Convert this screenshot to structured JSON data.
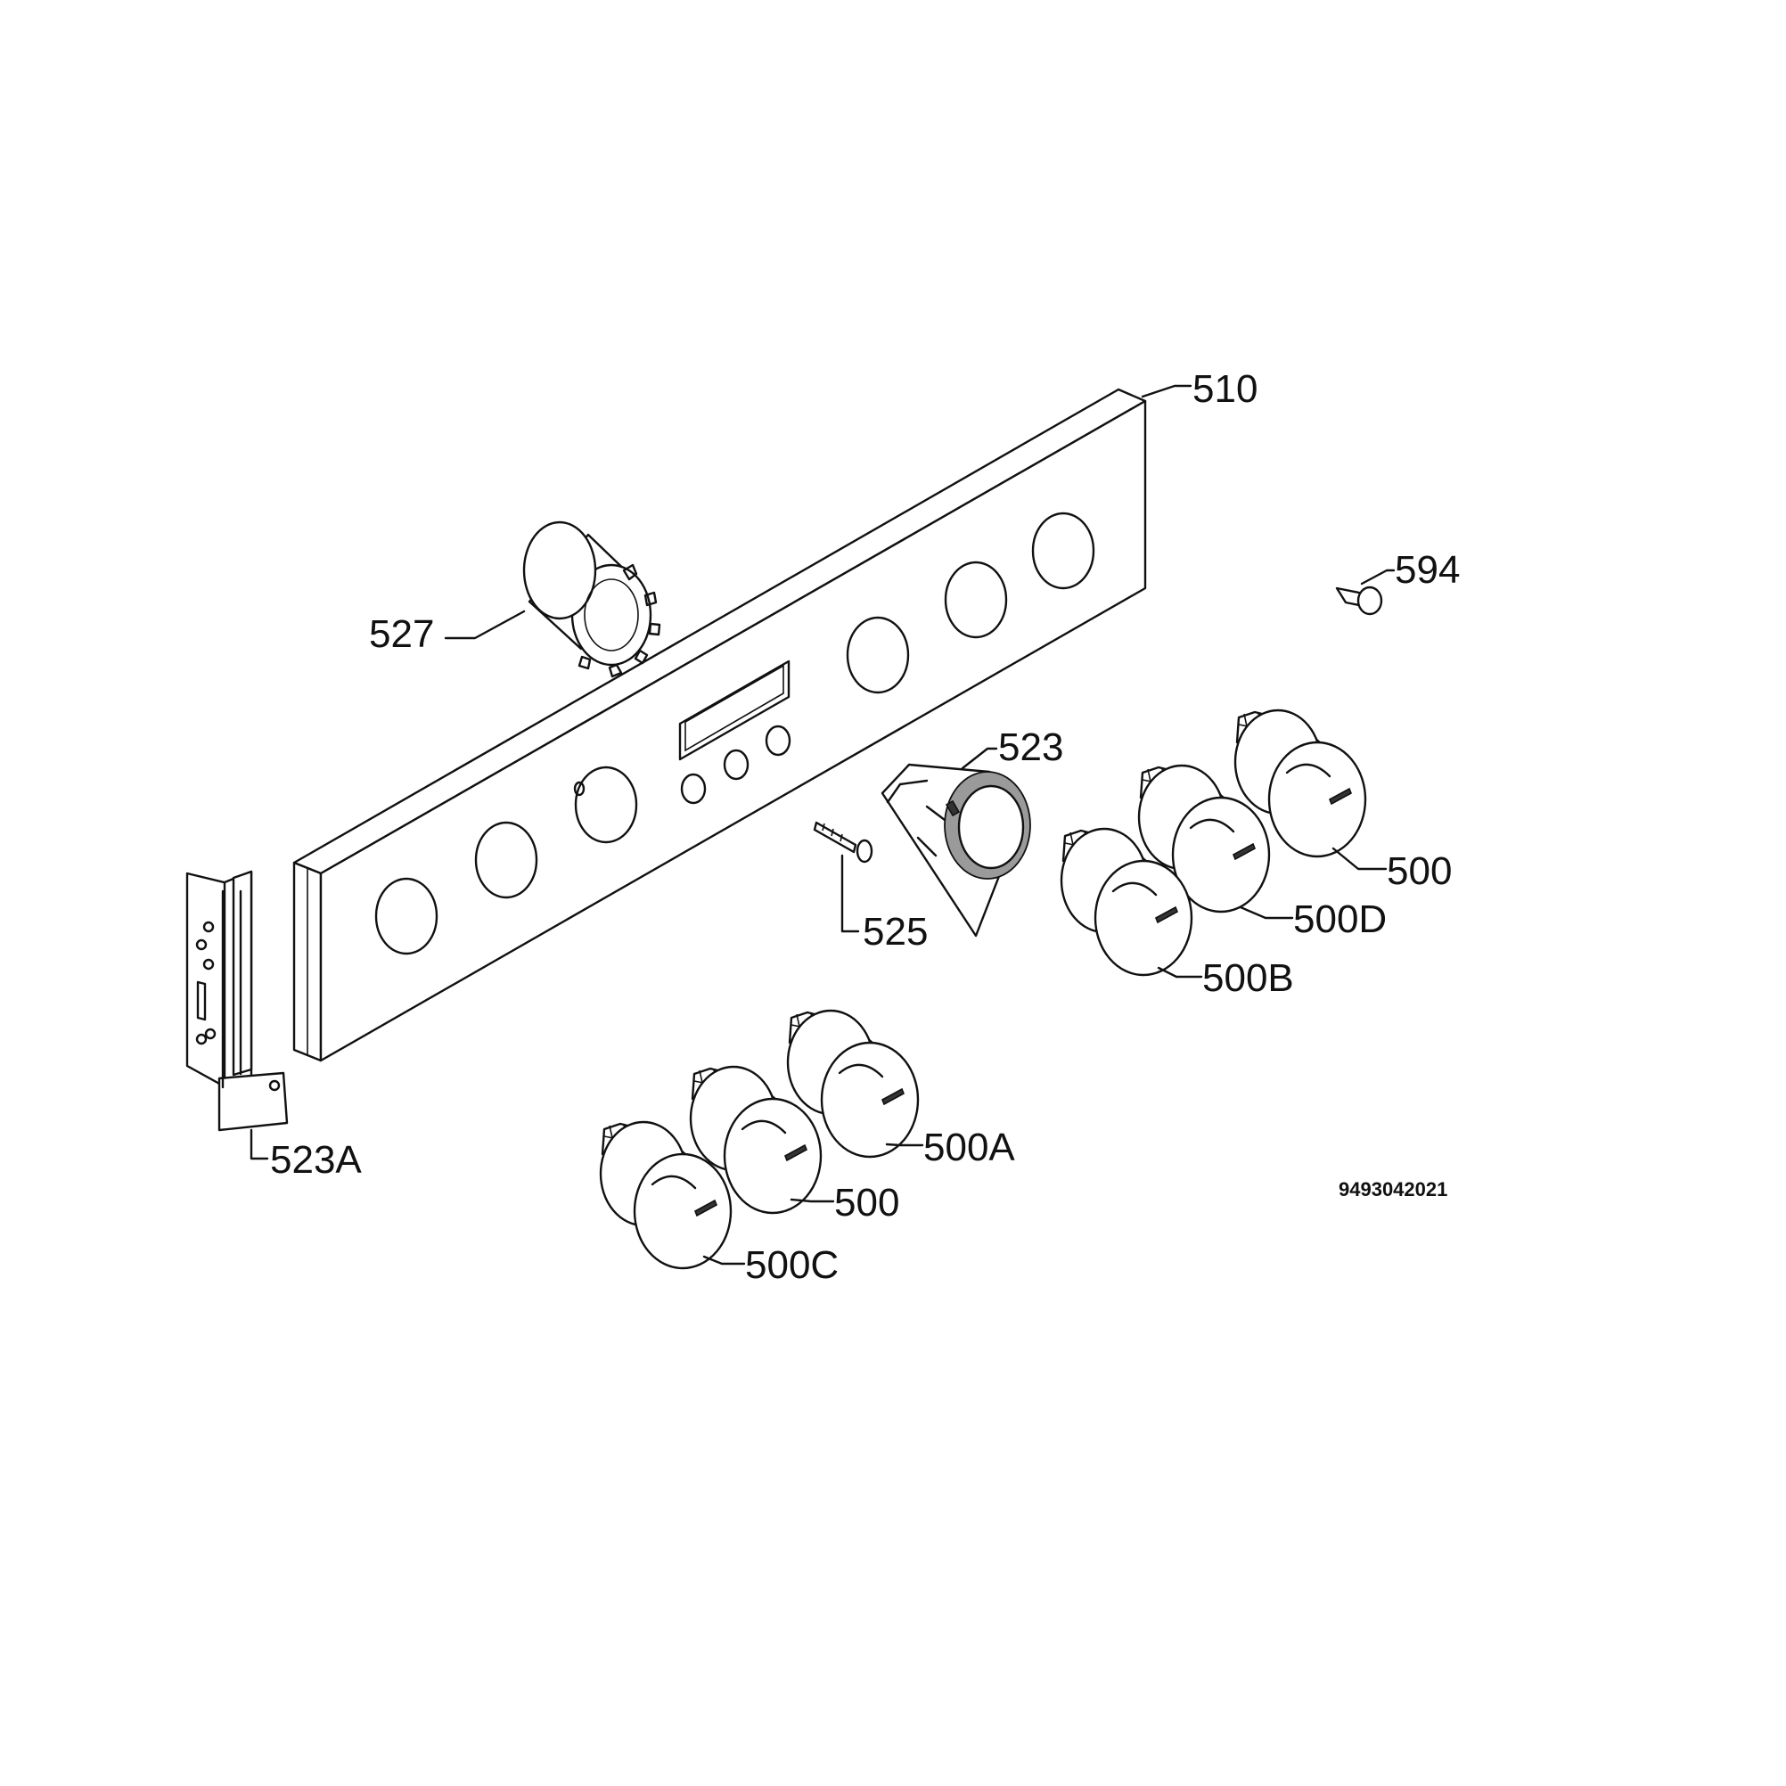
{
  "callouts": {
    "p510": "510",
    "p527": "527",
    "p594": "594",
    "p523": "523",
    "p525": "525",
    "p500_r": "500",
    "p500D": "500D",
    "p500B": "500B",
    "p500A": "500A",
    "p500_l": "500",
    "p500C": "500C",
    "p523A": "523A"
  },
  "document_number": "9493042021",
  "colors": {
    "line": "#111111",
    "background": "#ffffff"
  }
}
